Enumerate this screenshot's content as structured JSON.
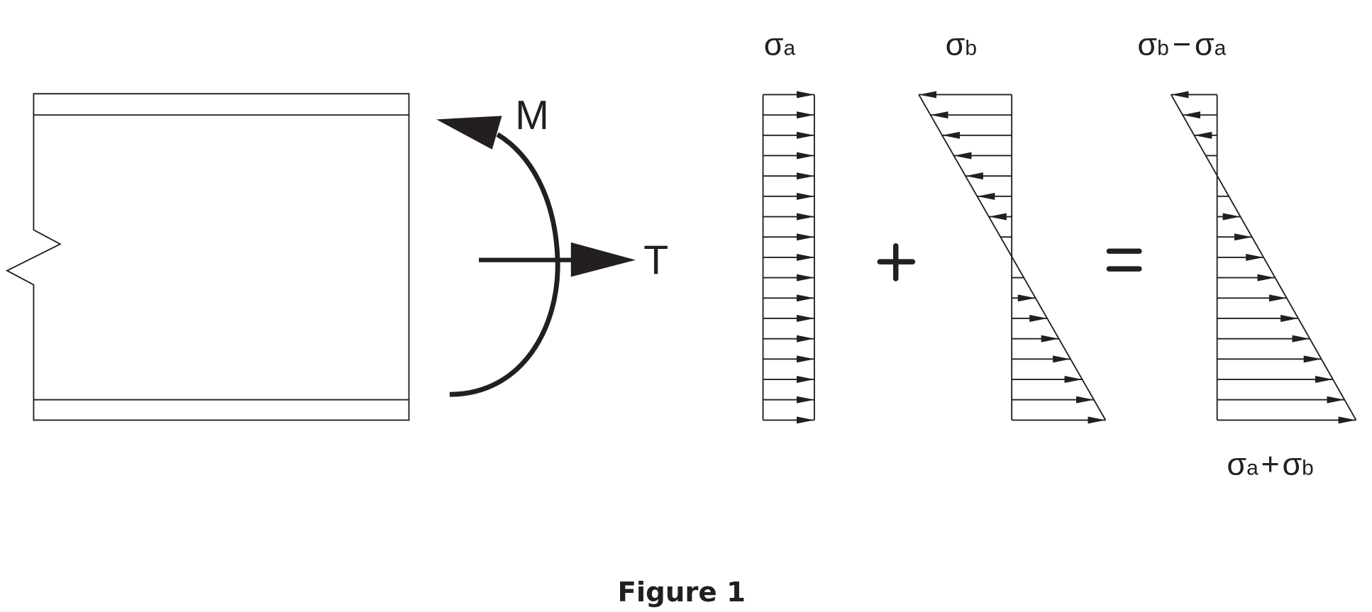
{
  "labels": {
    "moment": "M",
    "tension": "T",
    "sigma_a": "σ",
    "sigma_a_sub": "a",
    "sigma_b": "σ",
    "sigma_b_sub": "b",
    "diff": {
      "s1": "σ",
      "sub1": "b",
      "op": "−",
      "s2": "σ",
      "sub2": "a"
    },
    "sum": {
      "s1": "σ",
      "sub1": "a",
      "op": "+",
      "s2": "σ",
      "sub2": "b"
    },
    "plus": "+",
    "equals": "="
  },
  "caption": "Figure 1",
  "colors": {
    "ink": "#231f20"
  }
}
